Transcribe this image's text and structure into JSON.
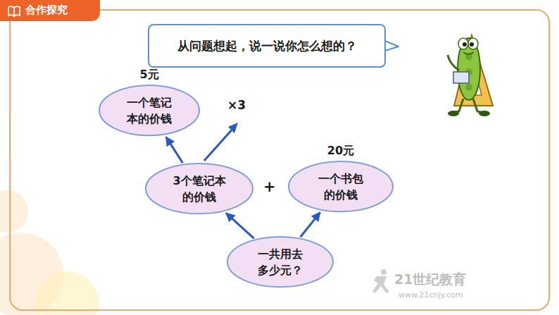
{
  "diagram": {
    "title": "合作探究",
    "nodes": [
      {
        "text": [
          "从问题想起，说一说你怎么想的？"
        ]
      },
      {
        "text": [
          "5元",
          "一个笔记 本的价钱"
        ]
      },
      {
        "text": [
          "3个笔记本 的价钱"
        ]
      },
      {
        "text": [
          "20元",
          "一个书包 的价钱"
        ]
      },
      {
        "text": [
          "一共用去 多少元？"
        ]
      }
    ],
    "edges": [
      {
        "from": 2,
        "to": 1,
        "arrow": "to"
      },
      {
        "from": 4,
        "to": 2,
        "arrow": "to"
      },
      {
        "from": 4,
        "to": 3,
        "arrow": "to"
      }
    ],
    "labels": [
      "×3",
      "+",
      "21世纪教育",
      "www.21cnjy.com"
    ]
  }
}
